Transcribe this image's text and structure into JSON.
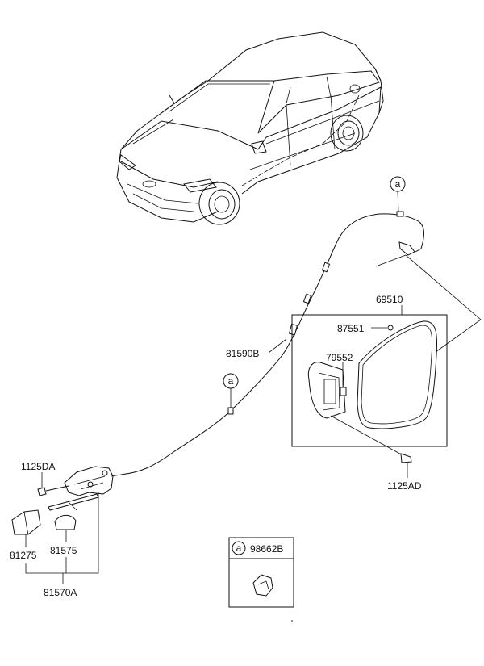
{
  "callouts": {
    "a_top": "a",
    "a_mid": "a",
    "a_legend": "a"
  },
  "part_numbers": {
    "p69510": "69510",
    "p87551": "87551",
    "p79552": "79552",
    "p81590B": "81590B",
    "p1125AD": "1125AD",
    "p1125DA": "1125DA",
    "p81275": "81275",
    "p81575": "81575",
    "p81570A": "81570A",
    "p98662B": "98662B"
  },
  "colors": {
    "line": "#111111",
    "background": "#ffffff"
  }
}
